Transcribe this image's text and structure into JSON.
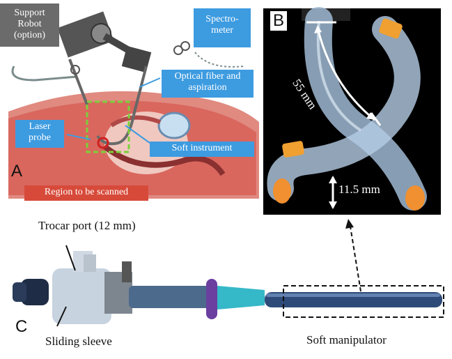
{
  "panel_a": {
    "letter": "A",
    "labels": {
      "support_robot": "Support Robot (option)",
      "spectrometer": "Spectro- meter",
      "optical_fiber": "Optical fiber and aspiration",
      "laser_probe": "Laser probe",
      "soft_instrument": "Soft instrument",
      "region": "Region to be scanned"
    },
    "colors": {
      "tag_gray": "#6b6b6b",
      "tag_blue": "#3d9be0",
      "tag_red": "#d74a3a",
      "tissue": "#d9675e"
    }
  },
  "panel_b": {
    "letter": "B",
    "length_label": "55 mm",
    "diameter_label": "11.5 mm",
    "colors": {
      "background": "#000000",
      "tube": "#a8c4e0",
      "cap": "#f0a030"
    }
  },
  "panel_c": {
    "letter": "C",
    "trocar_label": "Trocar port (12 mm)",
    "sleeve_label": "Sliding sleeve",
    "manipulator_label": "Soft manipulator",
    "colors": {
      "ring_purple": "#6a3fa0",
      "sleeve_teal": "#35b8c8",
      "tube_blue": "#2e4a78"
    }
  }
}
